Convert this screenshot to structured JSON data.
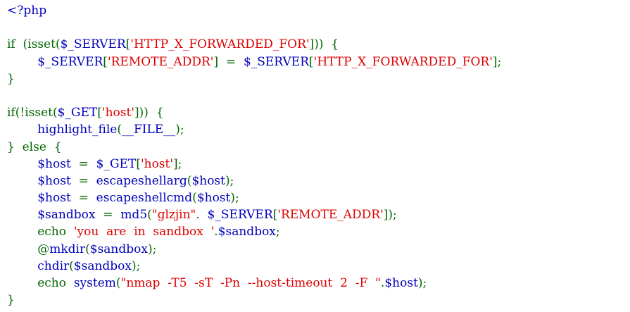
{
  "source": {
    "lines": [
      [
        {
          "c": "ph",
          "t": "<?php"
        }
      ],
      [],
      [
        {
          "c": "kw",
          "t": "if  (isset("
        },
        {
          "c": "ph",
          "t": "$_SERVER"
        },
        {
          "c": "pun",
          "t": "["
        },
        {
          "c": "str",
          "t": "'HTTP_X_FORWARDED_FOR'"
        },
        {
          "c": "pun",
          "t": "]))  {"
        }
      ],
      [
        {
          "c": "ph",
          "t": "        $_SERVER"
        },
        {
          "c": "pun",
          "t": "["
        },
        {
          "c": "str",
          "t": "'REMOTE_ADDR'"
        },
        {
          "c": "pun",
          "t": "]  =  "
        },
        {
          "c": "ph",
          "t": "$_SERVER"
        },
        {
          "c": "pun",
          "t": "["
        },
        {
          "c": "str",
          "t": "'HTTP_X_FORWARDED_FOR'"
        },
        {
          "c": "pun",
          "t": "];"
        }
      ],
      [
        {
          "c": "pun",
          "t": "}"
        }
      ],
      [],
      [
        {
          "c": "kw",
          "t": "if(!isset("
        },
        {
          "c": "ph",
          "t": "$_GET"
        },
        {
          "c": "pun",
          "t": "["
        },
        {
          "c": "str",
          "t": "'host'"
        },
        {
          "c": "pun",
          "t": "]))  {"
        }
      ],
      [
        {
          "c": "ph",
          "t": "        highlight_file"
        },
        {
          "c": "pun",
          "t": "("
        },
        {
          "c": "ph",
          "t": "__FILE__"
        },
        {
          "c": "pun",
          "t": ");"
        }
      ],
      [
        {
          "c": "pun",
          "t": "}  else  {"
        }
      ],
      [
        {
          "c": "ph",
          "t": "        $host  "
        },
        {
          "c": "pun",
          "t": "=  "
        },
        {
          "c": "ph",
          "t": "$_GET"
        },
        {
          "c": "pun",
          "t": "["
        },
        {
          "c": "str",
          "t": "'host'"
        },
        {
          "c": "pun",
          "t": "];"
        }
      ],
      [
        {
          "c": "ph",
          "t": "        $host  "
        },
        {
          "c": "pun",
          "t": "=  "
        },
        {
          "c": "ph",
          "t": "escapeshellarg"
        },
        {
          "c": "pun",
          "t": "("
        },
        {
          "c": "ph",
          "t": "$host"
        },
        {
          "c": "pun",
          "t": ");"
        }
      ],
      [
        {
          "c": "ph",
          "t": "        $host  "
        },
        {
          "c": "pun",
          "t": "=  "
        },
        {
          "c": "ph",
          "t": "escapeshellcmd"
        },
        {
          "c": "pun",
          "t": "("
        },
        {
          "c": "ph",
          "t": "$host"
        },
        {
          "c": "pun",
          "t": ");"
        }
      ],
      [
        {
          "c": "ph",
          "t": "        $sandbox  "
        },
        {
          "c": "pun",
          "t": "=  "
        },
        {
          "c": "ph",
          "t": "md5"
        },
        {
          "c": "pun",
          "t": "("
        },
        {
          "c": "str",
          "t": "\"glzjin\""
        },
        {
          "c": "pun",
          "t": ".  "
        },
        {
          "c": "ph",
          "t": "$_SERVER"
        },
        {
          "c": "pun",
          "t": "["
        },
        {
          "c": "str",
          "t": "'REMOTE_ADDR'"
        },
        {
          "c": "pun",
          "t": "]);"
        }
      ],
      [
        {
          "c": "kw",
          "t": "        echo  "
        },
        {
          "c": "str",
          "t": "'you  are  in  sandbox  '"
        },
        {
          "c": "pun",
          "t": "."
        },
        {
          "c": "ph",
          "t": "$sandbox"
        },
        {
          "c": "pun",
          "t": ";"
        }
      ],
      [
        {
          "c": "pun",
          "t": "        @"
        },
        {
          "c": "ph",
          "t": "mkdir"
        },
        {
          "c": "pun",
          "t": "("
        },
        {
          "c": "ph",
          "t": "$sandbox"
        },
        {
          "c": "pun",
          "t": ");"
        }
      ],
      [
        {
          "c": "ph",
          "t": "        chdir"
        },
        {
          "c": "pun",
          "t": "("
        },
        {
          "c": "ph",
          "t": "$sandbox"
        },
        {
          "c": "pun",
          "t": ");"
        }
      ],
      [
        {
          "c": "kw",
          "t": "        echo  "
        },
        {
          "c": "ph",
          "t": "system"
        },
        {
          "c": "pun",
          "t": "("
        },
        {
          "c": "str",
          "t": "\"nmap  -T5  -sT  -Pn  --host-timeout  2  -F  \""
        },
        {
          "c": "pun",
          "t": "."
        },
        {
          "c": "ph",
          "t": "$host"
        },
        {
          "c": "pun",
          "t": ");"
        }
      ],
      [
        {
          "c": "pun",
          "t": "}"
        }
      ]
    ]
  },
  "colors": {
    "keyword": "#006600",
    "identifier": "#0000bb",
    "string": "#dd0000",
    "punctuation": "#006600",
    "background": "#ffffff"
  }
}
